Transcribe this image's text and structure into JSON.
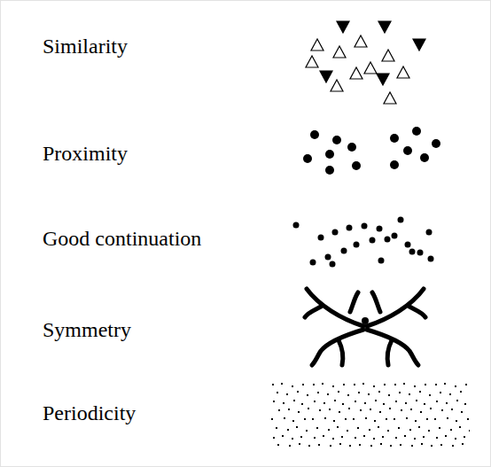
{
  "diagram": {
    "labels": [
      "Similarity",
      "Proximity",
      "Good continuation",
      "Symmetry",
      "Periodicity"
    ]
  }
}
